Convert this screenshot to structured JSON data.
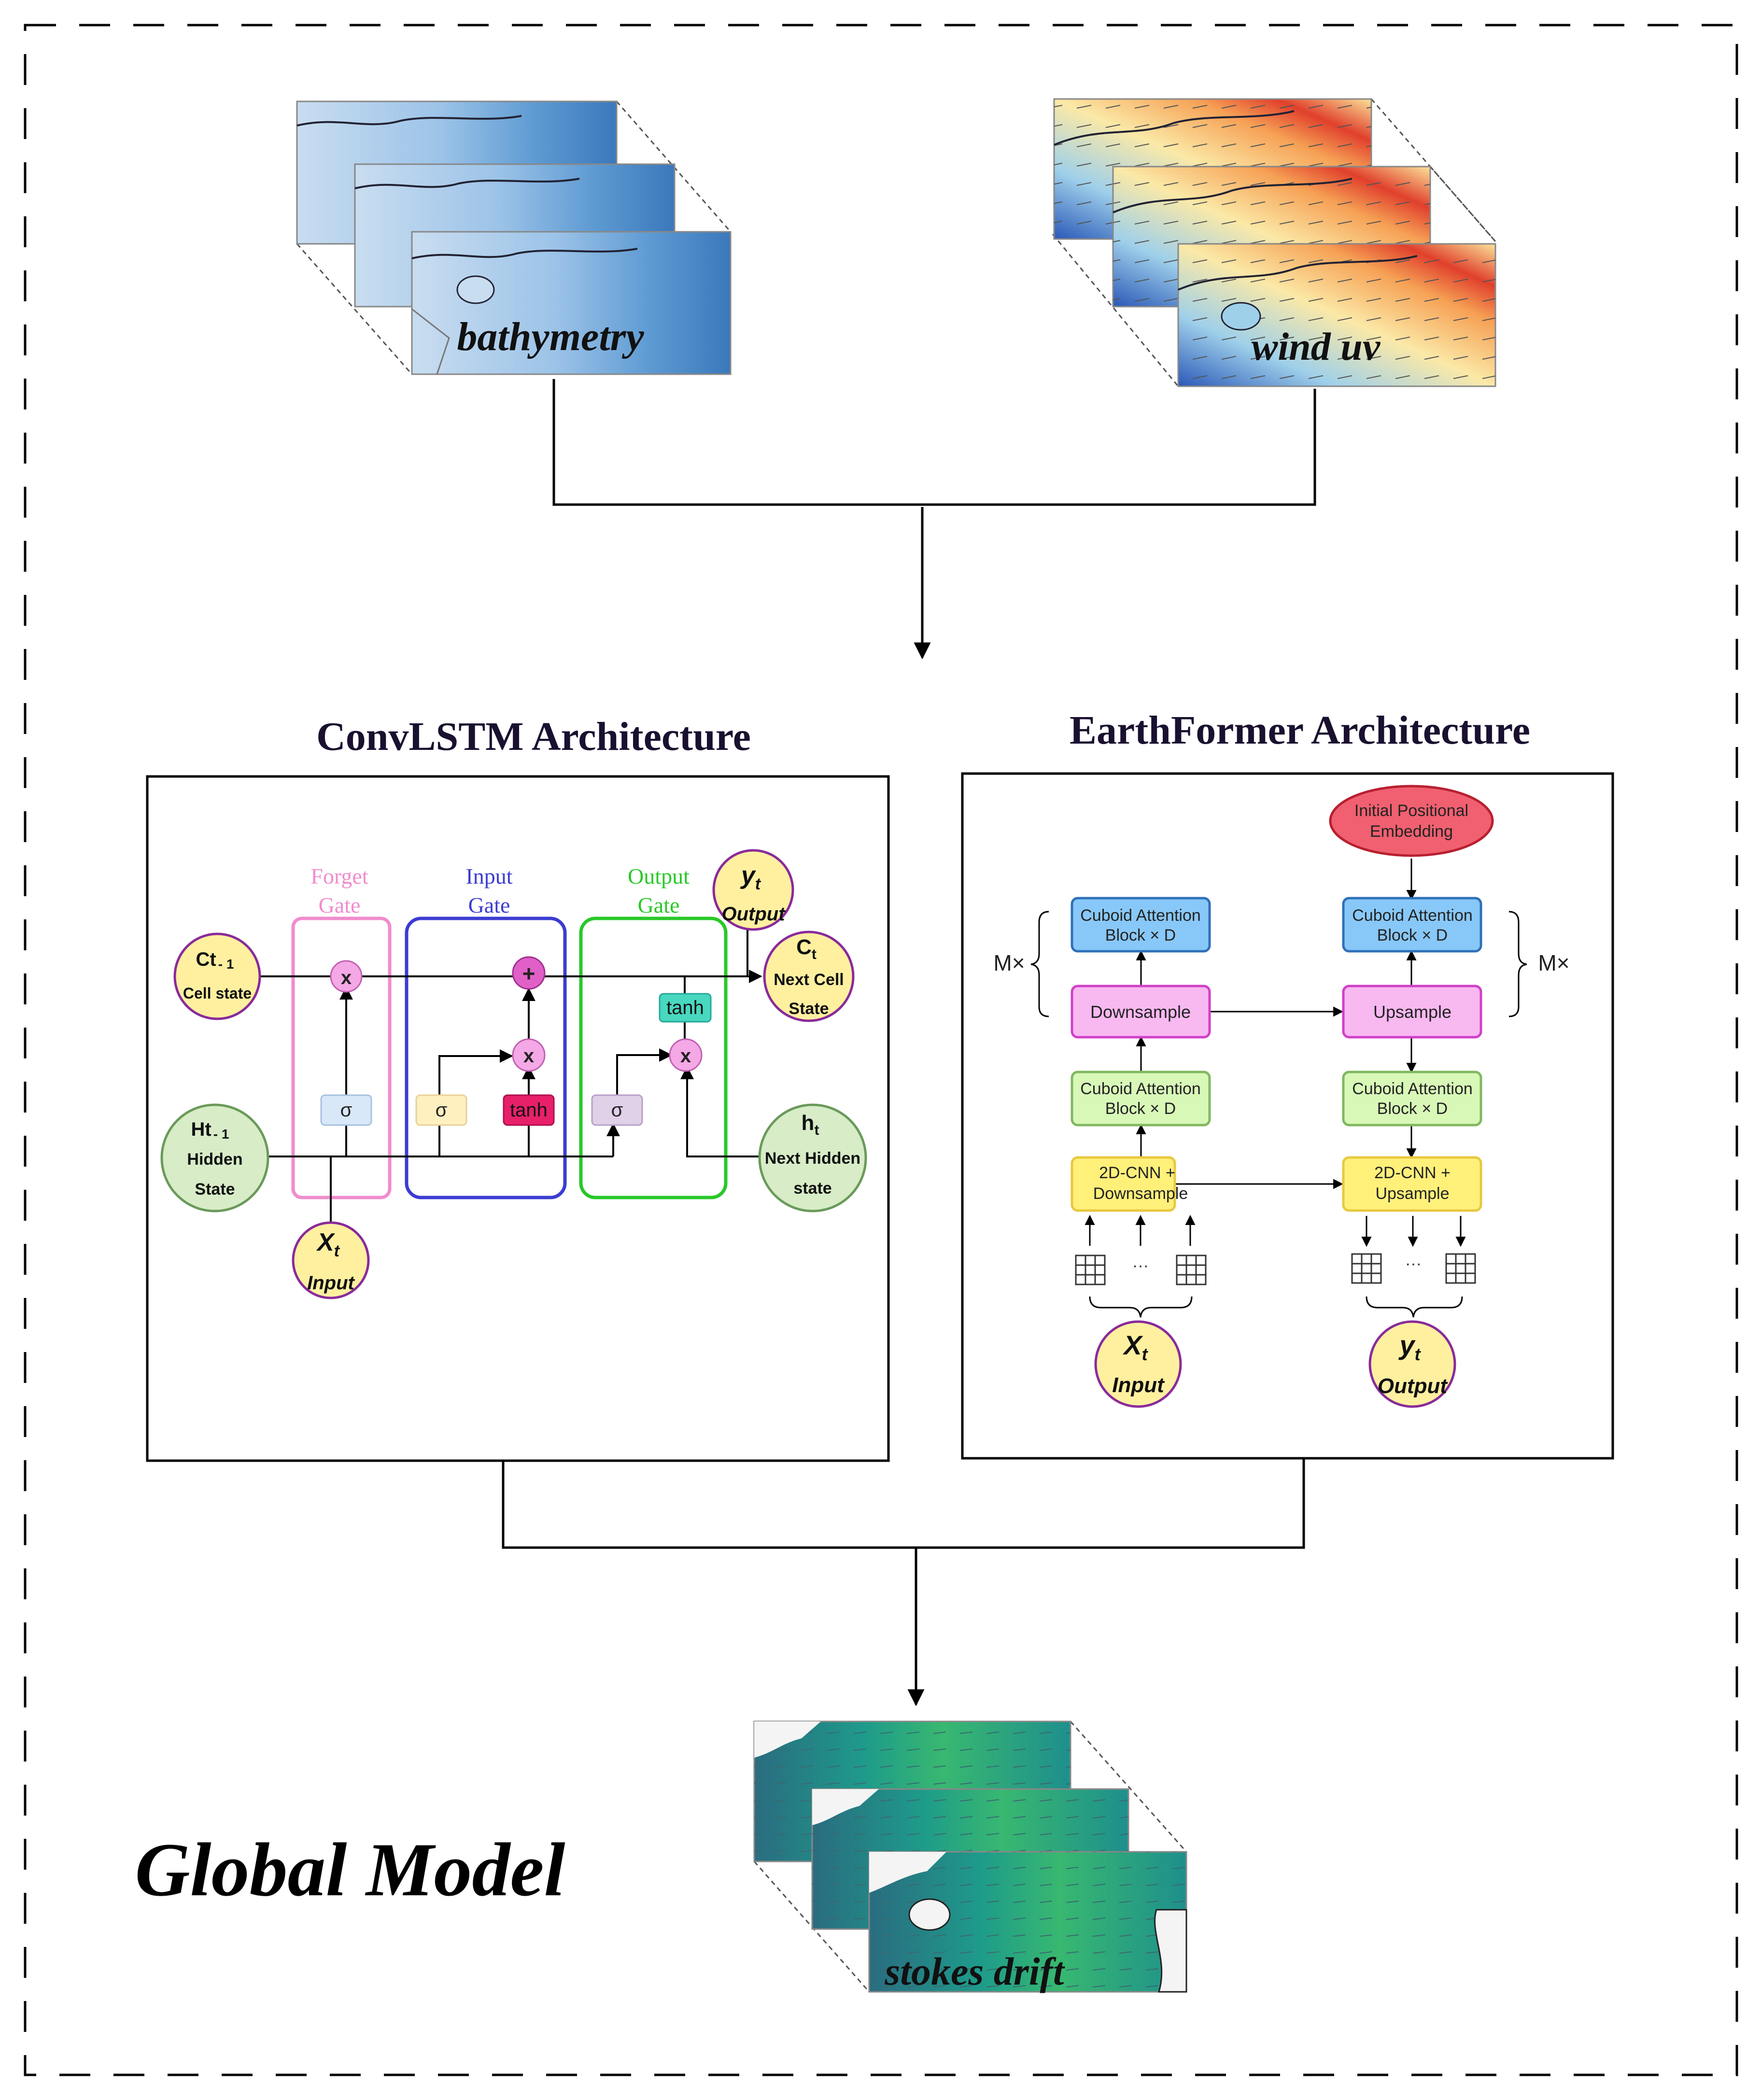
{
  "inputs": {
    "bathymetry_label": "bathymetry",
    "wind_label": "wind uv"
  },
  "output": {
    "stokes_label": "stokes drift"
  },
  "model_label": "Global Model",
  "convlstm": {
    "title": "ConvLSTM Architecture",
    "forget_gate": [
      "Forget",
      "Gate"
    ],
    "input_gate": [
      "Input",
      "Gate"
    ],
    "output_gate": [
      "Output",
      "Gate"
    ],
    "sigma": "σ",
    "tanh": "tanh",
    "mult": "x",
    "plus": "+",
    "c_prev": {
      "symbol": "Ct",
      "sub": "- 1",
      "label": "Cell state"
    },
    "h_prev": {
      "symbol": "Ht",
      "sub": "- 1",
      "label1": "Hidden",
      "label2": "State"
    },
    "x_in": {
      "symbol": "X",
      "sub": "t",
      "label": "Input"
    },
    "y_out": {
      "symbol": "y",
      "sub": "t",
      "label": "Output"
    },
    "c_next": {
      "symbol": "C",
      "sub": "t",
      "label1": "Next Cell",
      "label2": "State"
    },
    "h_next": {
      "symbol": "h",
      "sub": "t",
      "label1": "Next Hidden",
      "label2": "state"
    }
  },
  "earthformer": {
    "title": "EarthFormer Architecture",
    "pos_embed": [
      "Initial Positional",
      "Embedding"
    ],
    "cuboid": [
      "Cuboid Attention",
      "Block × D"
    ],
    "downsample": "Downsample",
    "upsample": "Upsample",
    "cnn_down": [
      "2D-CNN +",
      "Downsample"
    ],
    "cnn_up": [
      "2D-CNN +",
      "Upsample"
    ],
    "repeat": "M×",
    "ellipsis": "···",
    "x_in": {
      "symbol": "X",
      "sub": "t",
      "label": "Input"
    },
    "y_out": {
      "symbol": "y",
      "sub": "t",
      "label": "Output"
    }
  },
  "colors": {
    "forget": "#f08ccd",
    "input": "#3c3cd2",
    "output": "#28c828",
    "yellow_node": "#fff0a0",
    "purple_ring": "#8a2a9a",
    "green_node": "#d7ecc7",
    "pink_block": "#f8b8f0",
    "blue_block": "#88c8f8",
    "green_block": "#d8f8b8",
    "yellow_block": "#fff07a",
    "red_ellipse": "#f06070"
  }
}
